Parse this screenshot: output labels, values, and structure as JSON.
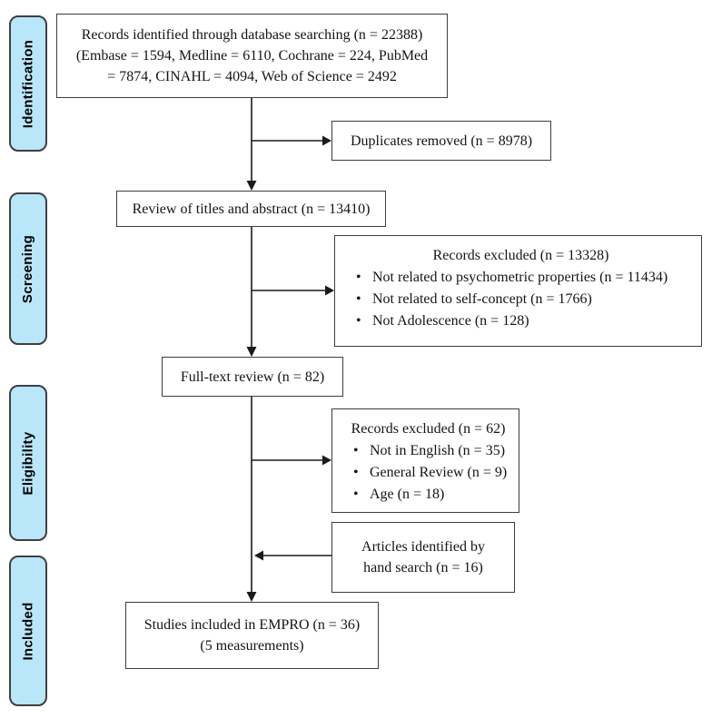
{
  "stages": [
    {
      "label": "Identification"
    },
    {
      "label": "Screening"
    },
    {
      "label": "Eligibility"
    },
    {
      "label": "Included"
    }
  ],
  "boxes": {
    "records_identified": {
      "lines": [
        "Records identified through database searching (n = 22388)",
        "(Embase = 1594, Medline = 6110, Cochrane = 224, PubMed",
        "= 7874, CINAHL = 4094, Web of Science = 2492"
      ]
    },
    "duplicates_removed": {
      "text": "Duplicates removed (n = 8978)"
    },
    "title_abstract_review": {
      "text": "Review of titles and abstract (n = 13410)"
    },
    "screening_excluded": {
      "title": "Records excluded (n = 13328)",
      "items": [
        "Not related to psychometric properties (n = 11434)",
        "Not related to self-concept (n = 1766)",
        "Not Adolescence (n = 128)"
      ]
    },
    "full_text_review": {
      "text": "Full-text review (n = 82)"
    },
    "eligibility_excluded": {
      "title": "Records excluded (n = 62)",
      "items": [
        "Not in English (n = 35)",
        "General Review (n = 9)",
        "Age (n = 18)"
      ]
    },
    "hand_search": {
      "lines": [
        "Articles identified by",
        "hand search (n = 16)"
      ]
    },
    "studies_included": {
      "lines": [
        "Studies included in EMPRO (n = 36)",
        "(5 measurements)"
      ]
    }
  },
  "colors": {
    "stage_fill": "#b9e6f8",
    "stage_border": "#3f3f3f",
    "box_border": "#3d3d3d",
    "arrow": "#1a1a1a",
    "text": "#141414",
    "background": "#ffffff"
  }
}
